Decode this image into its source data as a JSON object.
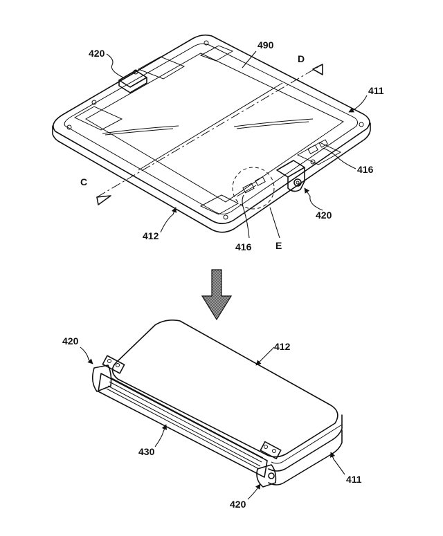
{
  "labels": {
    "top_hinge_left": "420",
    "top_display": "490",
    "section_d": "D",
    "top_housing_right": "411",
    "top_sensor_right": "416",
    "section_c": "C",
    "top_hinge_right": "420",
    "top_housing_left": "412",
    "top_sensor_bottom": "416",
    "detail_e": "E",
    "bottom_hinge_left": "420",
    "bottom_housing_top": "412",
    "bottom_cover": "430",
    "bottom_housing_bottom": "411",
    "bottom_hinge_bottom": "420"
  },
  "colors": {
    "line": "#111111",
    "arrow_fill": "#6e6e6e",
    "background": "#ffffff"
  }
}
